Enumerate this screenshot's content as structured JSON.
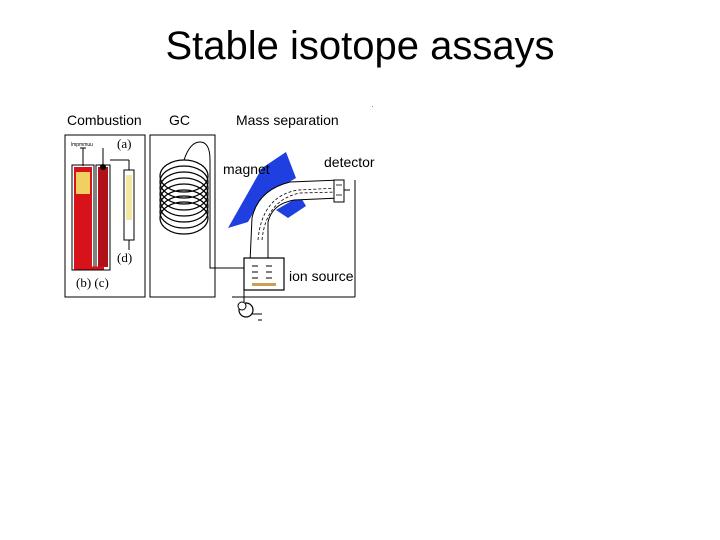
{
  "title": "Stable isotope assays",
  "sections": {
    "combustion": "Combustion",
    "gc": "GC",
    "mass_separation": "Mass separation"
  },
  "components": {
    "magnet": "magnet",
    "detector": "detector",
    "ion_source": "ion source"
  },
  "markers": {
    "a": "(a)",
    "bc": "(b) (c)",
    "d": "(d)",
    "small_label": "lmpmmuu"
  },
  "colors": {
    "magnet": "#1f3fe0",
    "column": "#d8121a",
    "furnace_glow": "#f0d060",
    "electrode_gold": "#c8a050"
  }
}
